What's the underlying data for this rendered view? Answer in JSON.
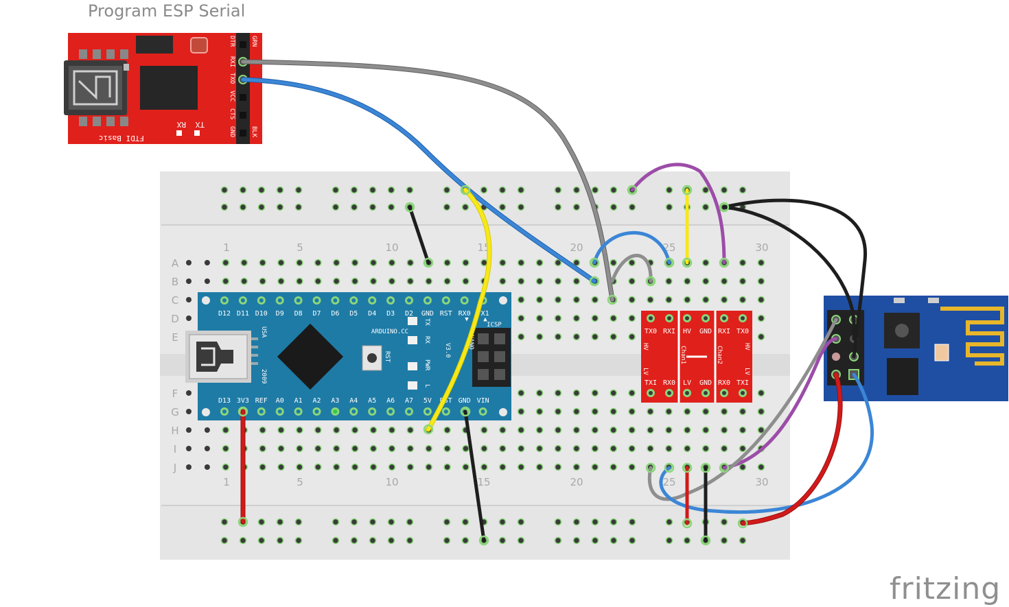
{
  "title": "Program ESP Serial",
  "brand": "fritzing",
  "breadboard": {
    "column_numbers": [
      "1",
      "5",
      "10",
      "15",
      "20",
      "25",
      "30"
    ],
    "row_letters_top": [
      "A",
      "B",
      "C",
      "D",
      "E"
    ],
    "row_letters_bottom": [
      "F",
      "G",
      "H",
      "I",
      "J"
    ]
  },
  "ftdi": {
    "name": "FTDI Basic",
    "leds": [
      "TX",
      "RX"
    ],
    "pins": [
      "DTR",
      "RXI",
      "TXO",
      "VCC",
      "CTS",
      "GND"
    ],
    "top_label": "GRN",
    "bottom_label": "BLK"
  },
  "arduino": {
    "top_pins": [
      "D12",
      "D11",
      "D10",
      "D9",
      "D8",
      "D7",
      "D6",
      "D5",
      "D4",
      "D3",
      "D2",
      "GND",
      "RST",
      "RX0",
      "TX1"
    ],
    "bottom_pins": [
      "D13",
      "3V3",
      "REF",
      "A0",
      "A1",
      "A2",
      "A3",
      "A4",
      "A5",
      "A6",
      "A7",
      "5V",
      "RST",
      "GND",
      "VIN"
    ],
    "brand": "ARDUINO.CC",
    "model": "NANO",
    "version": "V3.0",
    "usa": "USA",
    "year": "2009",
    "icsp": "ICSP",
    "rst": "RST",
    "leds": [
      "TX",
      "RX",
      "PWR",
      "L"
    ]
  },
  "level_shifter": {
    "top_pins": [
      "TX0",
      "RXI",
      "HV",
      "GND",
      "RXI",
      "TX0"
    ],
    "bottom_pins": [
      "TXI",
      "RX0",
      "LV",
      "GND",
      "RX0",
      "TXI"
    ],
    "side_left_top": "HV",
    "side_left_bottom": "LV",
    "side_right_top": "HV",
    "side_right_bottom": "LV",
    "chan1": "Chan1",
    "chan2": "Chan2"
  },
  "colors": {
    "breadboard": "#e8e8e8",
    "hole": "#3a3a3a",
    "hole_ring": "#8bd67a",
    "ftdi_red": "#e0201b",
    "arduino_blue": "#1e7ba6",
    "shifter_red": "#e0201b",
    "esp_blue": "#1f4fa3",
    "wire_gray": "#8a8a8a",
    "wire_blue": "#3b86d6",
    "wire_purple": "#9c4da8",
    "wire_yellow": "#f7e81a",
    "wire_black": "#1e1e1e",
    "wire_red": "#d11a1a"
  }
}
